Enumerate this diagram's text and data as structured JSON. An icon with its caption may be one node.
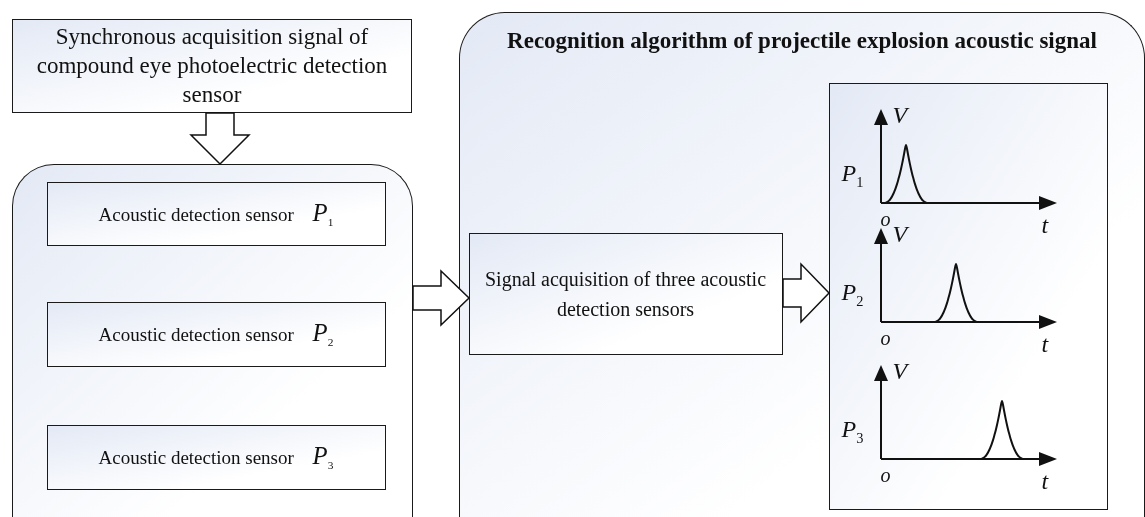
{
  "diagram": {
    "nodes": [
      {
        "text": [
          "Synchronous acquisition signal of compound eye photoelectric detection sensor"
        ]
      },
      {
        "text": [],
        "shape": "box"
      },
      {
        "text": [
          "Acoustic detection sensor *P*$_{1}$"
        ],
        "in": 1
      },
      {
        "text": [
          "Acoustic detection sensor *P*$_{2}$"
        ],
        "in": 1
      },
      {
        "text": [
          "Acoustic detection sensor *P*$_{3}$"
        ],
        "in": 1
      },
      {
        "text": [
          "Recognition algorithm of projectile explosion acoustic signal"
        ]
      },
      {
        "text": [
          "Signal acquisition of three acoustic detection sensors"
        ],
        "in": 5
      },
      {
        "text": [],
        "shape": "box",
        "in": 5
      }
    ],
    "edges": [
      {
        "from": 0,
        "to": 1,
        "arrow": "to"
      },
      {
        "from": 1,
        "to": 6,
        "arrow": "to"
      },
      {
        "from": 6,
        "to": 7,
        "arrow": "to"
      }
    ],
    "labels": [
      "V",
      "*P*$_{1}$",
      "o",
      "t",
      "V",
      "*P*$_{2}$",
      "o",
      "t",
      "V",
      "*P*$_{3}$",
      "o",
      "t"
    ]
  }
}
